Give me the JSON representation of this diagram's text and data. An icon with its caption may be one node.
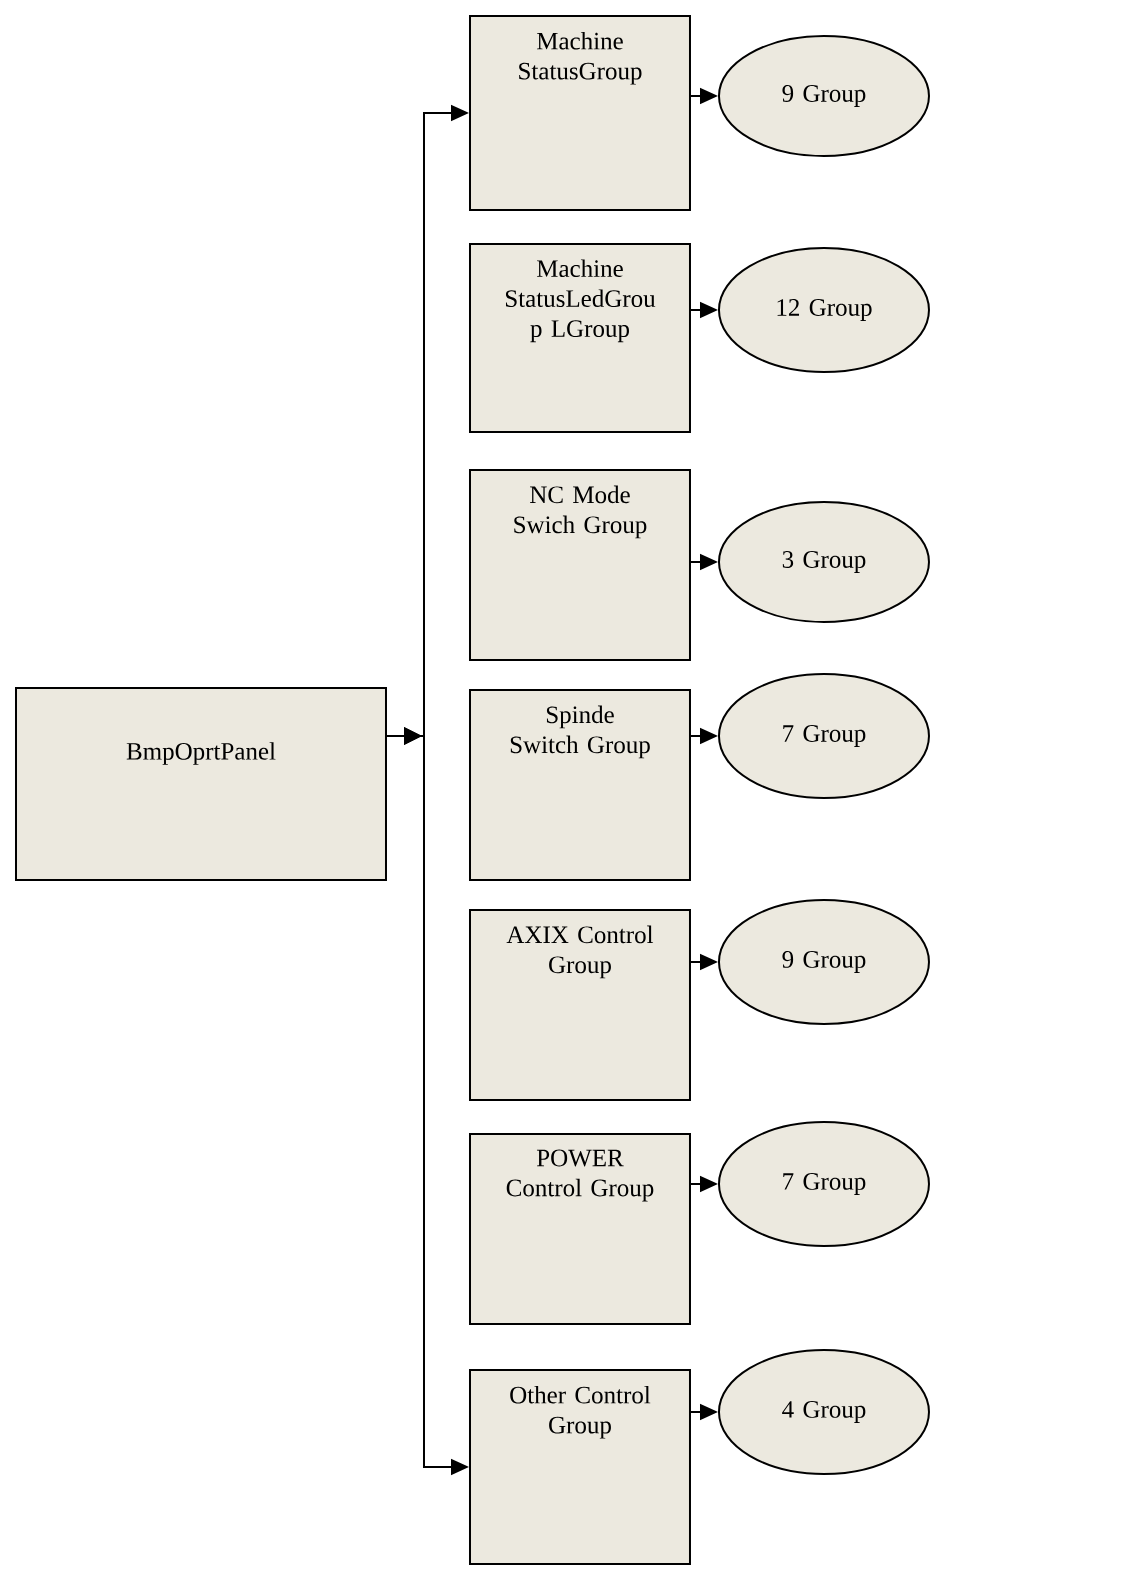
{
  "diagram": {
    "nodes": [
      {
        "text": [
          "BmpOprtPanel"
        ]
      },
      {
        "text": [
          "Machine StatusGroup"
        ]
      },
      {
        "text": [
          "9 Group"
        ]
      },
      {
        "text": [
          "Machine StatusLedGrou p LGroup"
        ]
      },
      {
        "text": [
          "12 Group"
        ]
      },
      {
        "text": [
          "NC Mode Swich Group"
        ]
      },
      {
        "text": [
          "3 Group"
        ]
      },
      {
        "text": [
          "Spinde Switch Group"
        ]
      },
      {
        "text": [
          "7 Group"
        ]
      },
      {
        "text": [
          "AXIX Control Group"
        ]
      },
      {
        "text": [
          "9 Group"
        ]
      },
      {
        "text": [
          "POWER Control Group"
        ]
      },
      {
        "text": [
          "7 Group"
        ]
      },
      {
        "text": [
          "Other Control Group"
        ]
      },
      {
        "text": [
          "4 Group"
        ]
      }
    ],
    "edges": [
      {
        "from": 0,
        "to": 1,
        "arrow": "to"
      },
      {
        "from": 0,
        "to": 13,
        "arrow": "to"
      },
      {
        "from": 1,
        "to": 2,
        "arrow": "to"
      },
      {
        "from": 3,
        "to": 4,
        "arrow": "to"
      },
      {
        "from": 5,
        "to": 6,
        "arrow": "to"
      },
      {
        "from": 7,
        "to": 8,
        "arrow": "to"
      },
      {
        "from": 9,
        "to": 10,
        "arrow": "to"
      },
      {
        "from": 11,
        "to": 12,
        "arrow": "to"
      },
      {
        "from": 13,
        "to": 14,
        "arrow": "to"
      }
    ]
  }
}
